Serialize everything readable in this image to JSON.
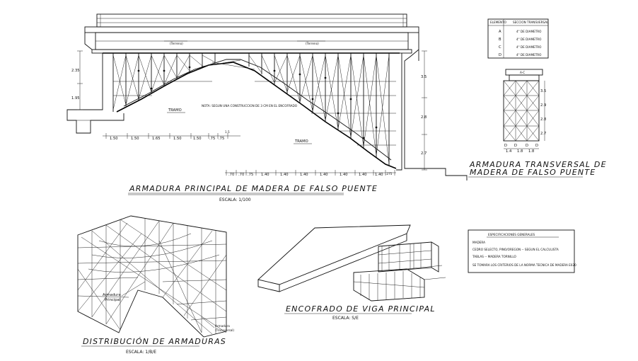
{
  "titles": {
    "main_truss": "ARMADURA PRINCIPAL DE MADERA DE FALSO PUENTE",
    "main_truss_scale": "ESCALA: 1/100",
    "transverse_1": "ARMADURA TRANSVERSAL DE",
    "transverse_2": "MADERA DE FALSO PUENTE",
    "distribution": "DISTRIBUCIÓN DE ARMADURAS",
    "distribution_scale": "ESCALA: 1/B/E",
    "formwork": "ENCOFRADO DE VIGA PRINCIPAL",
    "formwork_scale": "ESCALA: S/E"
  },
  "labels": {
    "tramo_left": "TRAMO",
    "tramo_right": "TRAMO",
    "terreno_left": "(Terreno)",
    "terreno_right": "(Terreno)",
    "armadura": "Armadura",
    "principal": "Principal",
    "armadura_small": "Armadura",
    "transversal_small": "(Transversal)",
    "ac": "A-C",
    "note_center": "NOTA: SEGUN UNA CONSTRUCCION DE 3 CM EN EL ENCOFRADO"
  },
  "dimensions": {
    "left_height_top": "2.35",
    "left_height_bottom": "1.95",
    "bottom_left": [
      "1.50",
      "1.50",
      "1.65",
      "1.50",
      "1.50",
      ".75",
      ".75"
    ],
    "bottom_mid": "1.5",
    "bottom_right": [
      ".70",
      ".70",
      ".75",
      "1.40",
      "1.40",
      "1.40",
      "1.40",
      "1.40",
      "1.40",
      "1.40",
      ".275"
    ],
    "right_heights": [
      "3.5",
      "2.8",
      "2.7"
    ],
    "transverse_heights": [
      "3.5",
      "2.9",
      "2.8",
      "2.7"
    ],
    "transverse_bottom": [
      "1.4",
      "1.8",
      "1.8"
    ],
    "transverse_letters": [
      "D",
      "D",
      "D",
      "D"
    ]
  },
  "section_table": {
    "headers": [
      "ELEMENTO",
      "SECCION TRANSVERSAL"
    ],
    "rows": [
      {
        "element": "A",
        "section": "4\" DE DIAMETRO"
      },
      {
        "element": "B",
        "section": "4\" DE DIAMETRO"
      },
      {
        "element": "C",
        "section": "4\" DE DIAMETRO"
      },
      {
        "element": "D",
        "section": "4\" DE DIAMETRO"
      }
    ]
  },
  "specs_box": {
    "title": "ESPECIFICACIONES GENERALES",
    "lines": [
      "MADERA",
      "CEDRO SELECTO, PINO/OREGON -- SEGUN EL CALCULISTA",
      "TABLAS -- MADERA TORNILLO",
      "SE TOMARA LOS CRITERIOS DE LA NORMA TECNICA DE MADERA E020"
    ]
  }
}
